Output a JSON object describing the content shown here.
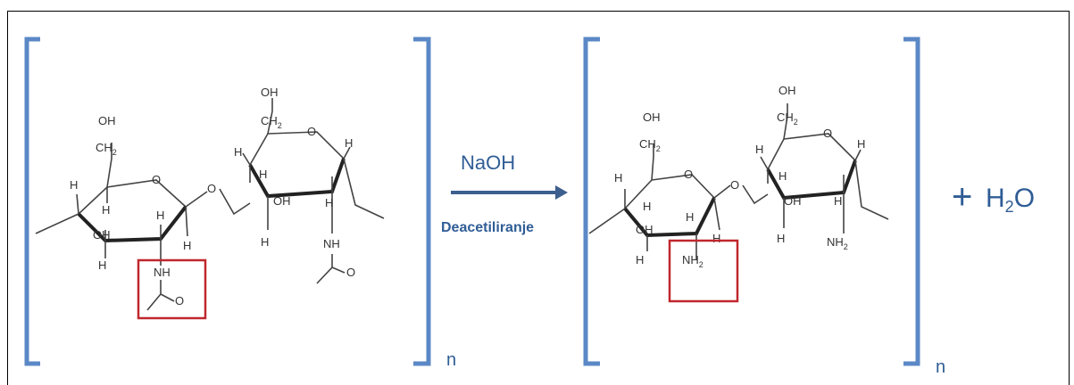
{
  "reagent": "NaOH",
  "process": "Deacetiliranje",
  "plus": "+",
  "water": {
    "main": "H",
    "sub": "2",
    "tail": "O"
  },
  "repeat_index": "n",
  "atoms": {
    "oh": "OH",
    "ch2": "CH",
    "sub2": "2",
    "h": "H",
    "o": "O",
    "nh": "NH",
    "nh2": "NH",
    "ring_o": "O"
  },
  "colors": {
    "bracket": "#5b88c6",
    "highlight_box": "#c0272d",
    "text_blue": "#2f5d95"
  }
}
